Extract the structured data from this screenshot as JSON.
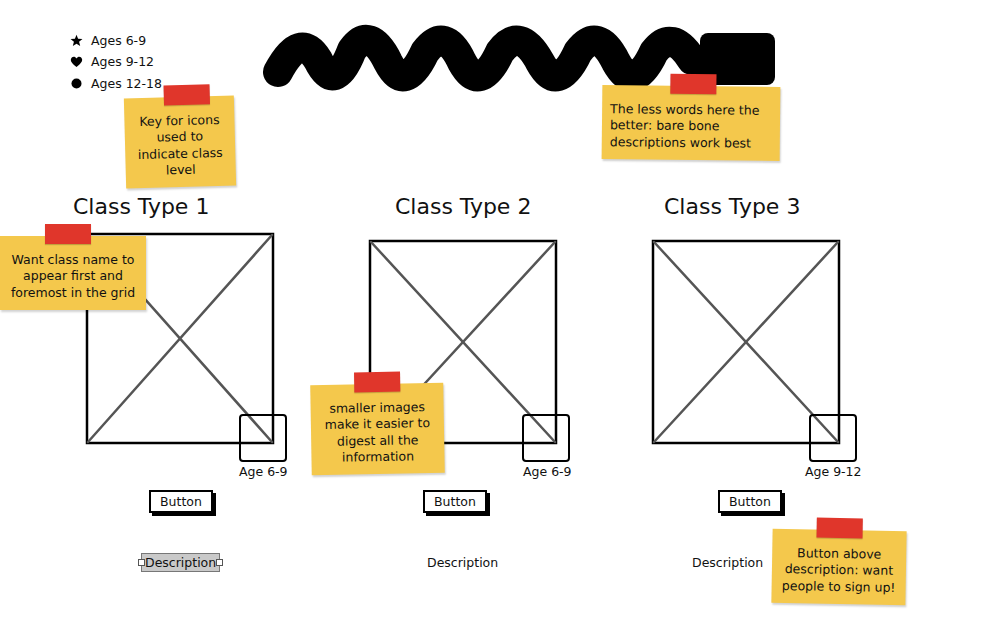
{
  "diagram": {
    "nodes": [
      {
        "text": [
          "Key for icons used to indicate class level"
        ]
      },
      {
        "text": [
          "The less words here the better: bare bone descriptions work best"
        ]
      },
      {
        "text": [
          "Want class name to appear first and foremost in the grid"
        ]
      },
      {
        "text": [
          "smaller images make it easier to digest all the information"
        ]
      },
      {
        "text": [
          "Button"
        ]
      },
      {
        "text": [
          "Button"
        ]
      },
      {
        "text": [
          "Button"
        ]
      },
      {
        "text": [
          "Description"
        ]
      },
      {
        "text": [
          "Button above description: want people to sign up!"
        ]
      }
    ],
    "labels": [
      "Class Type 1",
      "Class Type 2",
      "Class Type 3",
      "Age 6-9",
      "Age 6-9",
      "Age 9-12",
      "Description",
      "Description"
    ],
    "legend": [
      {
        "text": "Ages 6-9"
      },
      {
        "text": "Ages 9-12"
      },
      {
        "text": "Ages 12-18"
      }
    ]
  }
}
